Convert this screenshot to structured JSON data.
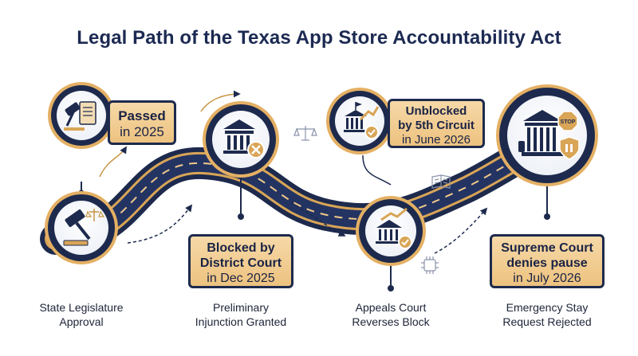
{
  "title": "Legal Path of the Texas App Store Accountability Act",
  "steps": [
    {
      "icon": "gavel-scroll-icon",
      "box_bold": "Passed",
      "box_text": "in 2025",
      "caption_1": "State Legislature",
      "caption_2": "Approval"
    },
    {
      "icon": "courthouse-blocked-icon",
      "box_bold_1": "Blocked by",
      "box_bold_2": "District Court",
      "box_text": "in Dec 2025",
      "caption_1": "Preliminary",
      "caption_2": "Injunction Granted"
    },
    {
      "icon": "courthouse-approved-icon",
      "box_bold_1": "Unblocked",
      "box_bold_2": "by 5th Circuit",
      "box_text": "in June 2026",
      "caption_1": "Appeals Court",
      "caption_2": "Reverses Block"
    },
    {
      "icon": "supreme-court-stop-icon",
      "stop_sign": "STOP",
      "box_bold_1": "Supreme Court",
      "box_bold_2": "denies pause",
      "box_text": "in July 2026",
      "caption_1": "Emergency Stay",
      "caption_2": "Request Rejected"
    }
  ],
  "colors": {
    "navy": "#1d2a4d",
    "gold": "#e7b56b",
    "gold_light": "#f6d9a8",
    "background": "#ffffff"
  }
}
